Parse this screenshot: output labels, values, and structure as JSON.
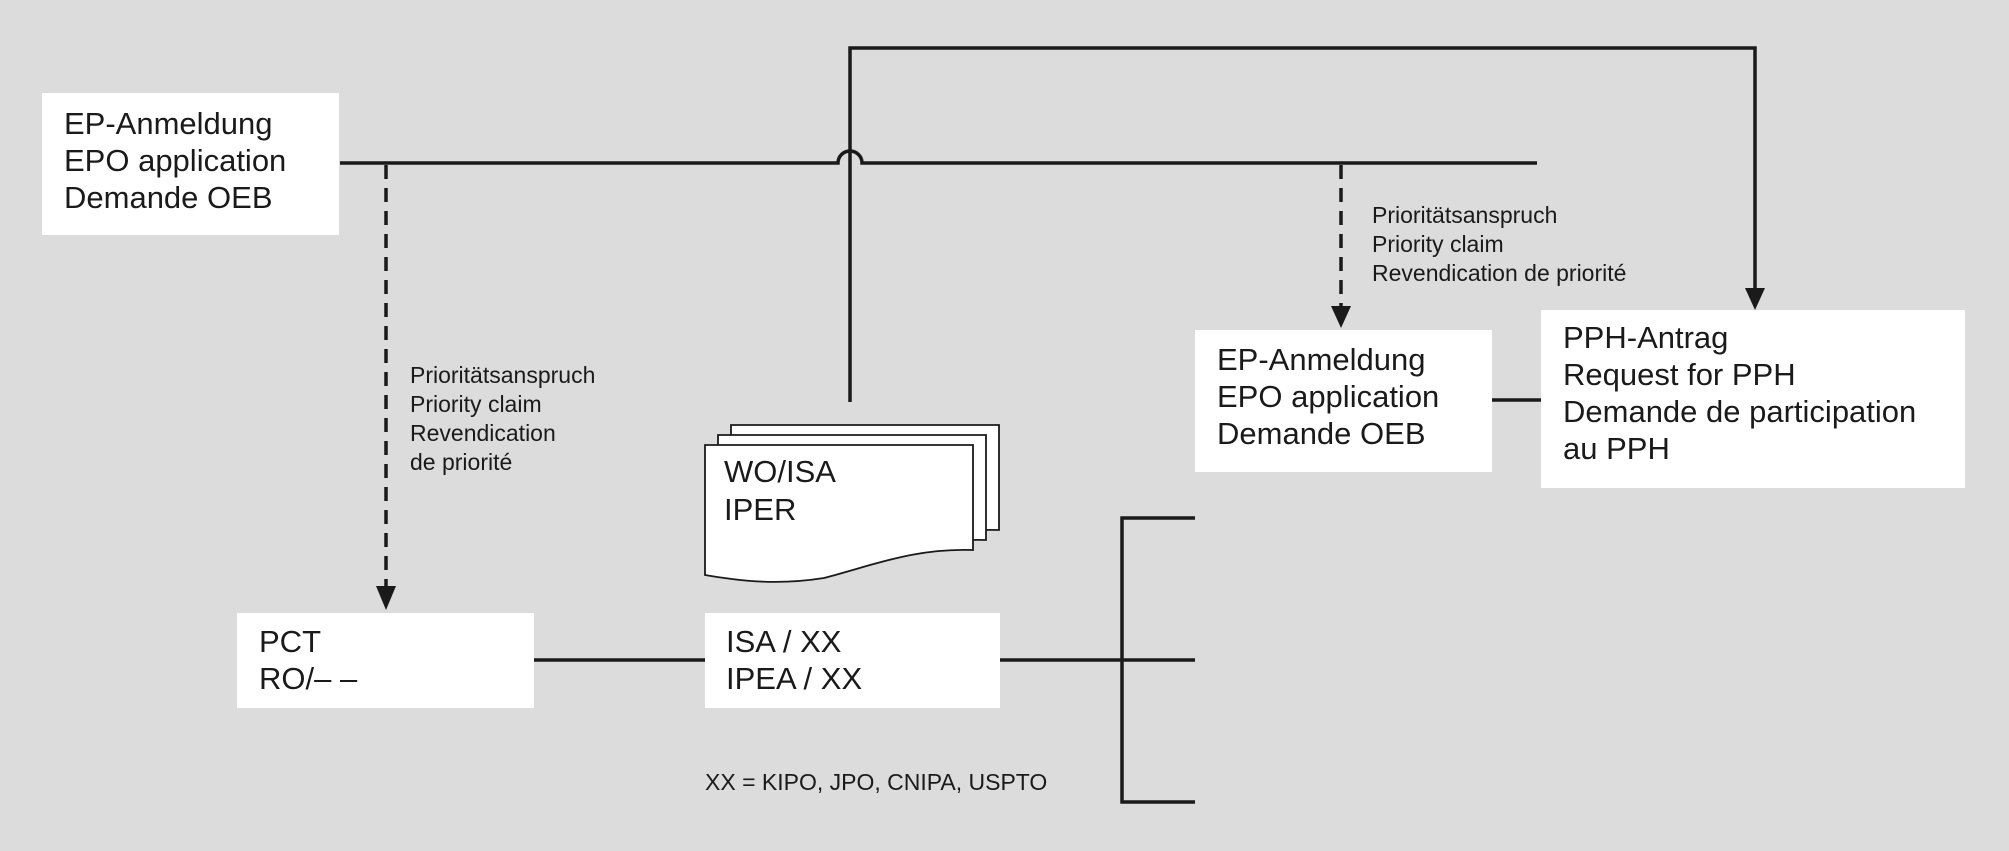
{
  "colors": {
    "background": "#dcdcdc",
    "box_fill": "#ffffff",
    "line": "#1a1a1a"
  },
  "ep_application_1": {
    "line1": "EP-Anmeldung",
    "line2": "EPO application",
    "line3": "Demande OEB"
  },
  "ep_application_2": {
    "line1": "EP-Anmeldung",
    "line2": "EPO application",
    "line3": "Demande OEB"
  },
  "pph_request": {
    "line1": "PPH-Antrag",
    "line2": "Request for PPH",
    "line3": "Demande de participation",
    "line4": "au PPH"
  },
  "pct_box": {
    "line1": "PCT",
    "line2": "RO/– –"
  },
  "isa_box": {
    "line1": "ISA / XX",
    "line2": "IPEA / XX"
  },
  "documents": {
    "line1": "WO/ISA",
    "line2": "IPER"
  },
  "priority_claim_left": {
    "line1": "Prioritätsanspruch",
    "line2": "Priority claim",
    "line3": "Revendication",
    "line4": "de priorité"
  },
  "priority_claim_right": {
    "line1": "Prioritätsanspruch",
    "line2": "Priority claim",
    "line3": "Revendication de priorité"
  },
  "footnote": "XX = KIPO, JPO, CNIPA, USPTO"
}
